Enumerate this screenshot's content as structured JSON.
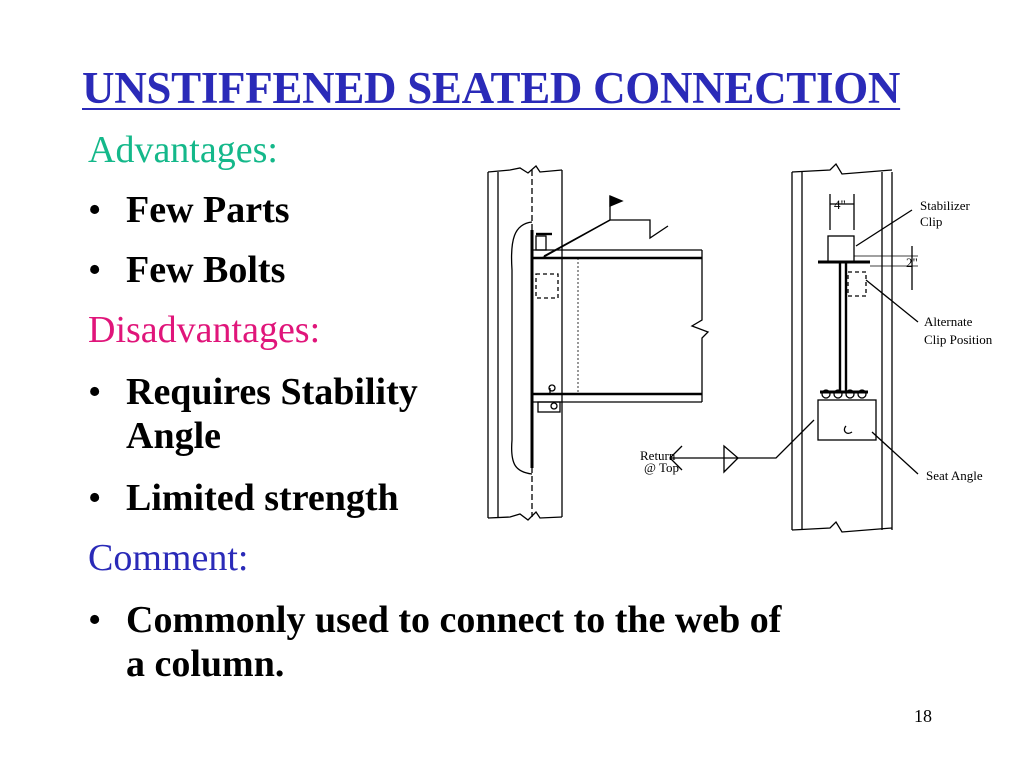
{
  "title": "UNSTIFFENED SEATED CONNECTION",
  "colors": {
    "title": "#2a2ab8",
    "advantages": "#14b88a",
    "disadvantages": "#e0157a",
    "comment": "#2a2ab8"
  },
  "sections": {
    "advantages": {
      "heading": "Advantages:",
      "items": [
        "Few Parts",
        "Few Bolts"
      ]
    },
    "disadvantages": {
      "heading": "Disadvantages:",
      "items": [
        "Requires Stability\nAngle",
        "Limited strength"
      ]
    },
    "comment": {
      "heading": "Comment:",
      "items": [
        "Commonly used to connect to the web of\na column."
      ]
    }
  },
  "diagram": {
    "dim_4": "4\"",
    "dim_2": "2\"",
    "stabilizer_clip_line1": "Stabilizer",
    "stabilizer_clip_line2": "Clip",
    "alternate_line1": "Alternate",
    "alternate_line2": "Clip Position",
    "seat_angle": "Seat Angle",
    "return_line1": "Return",
    "return_line2": "@ Top"
  },
  "page_number": "18"
}
